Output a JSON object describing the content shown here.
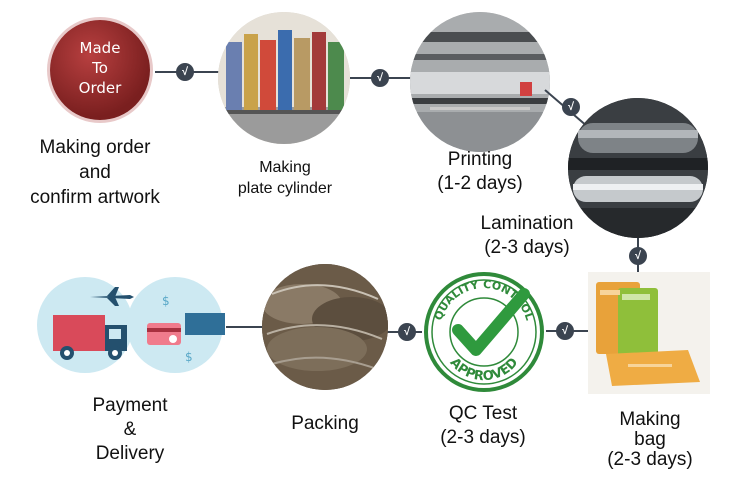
{
  "steps": {
    "order": {
      "badge": [
        "Made",
        "To",
        "Order"
      ],
      "label": [
        "Making order",
        "and",
        "confirm artwork"
      ]
    },
    "cylinder": {
      "label": [
        "Making",
        "plate cylinder"
      ]
    },
    "printing": {
      "label": [
        "Printing",
        "(1-2 days)"
      ]
    },
    "lamination": {
      "label": [
        "Lamination",
        "(2-3 days)"
      ]
    },
    "bag": {
      "label": [
        "Making",
        "bag",
        "(2-3 days)"
      ]
    },
    "qc": {
      "label": [
        "QC Test",
        "(2-3 days)"
      ],
      "stamp_top": "QUALITY CONTROL",
      "stamp_bottom": "APPROVED"
    },
    "packing": {
      "label": [
        "Packing"
      ]
    },
    "delivery": {
      "label": [
        "Payment",
        "&",
        "Delivery"
      ]
    }
  },
  "connector_glyph": "√",
  "colors": {
    "connector": "#3b4450",
    "badge_bg": "#8e2a2a",
    "qc_green": "#2f8a3a",
    "bag_orange": "#e8a23a",
    "bag_green": "#8fbf3a",
    "delivery_blue": "#5fb8d8",
    "truck_red": "#d94a5a"
  },
  "icons": [
    "made-to-order-badge",
    "plate-cylinder-photo",
    "printing-machine-photo",
    "lamination-machine-photo",
    "bag-photo",
    "qc-approved-stamp",
    "packing-photo",
    "delivery-truck-icon",
    "payment-card-icon",
    "airplane-icon"
  ]
}
